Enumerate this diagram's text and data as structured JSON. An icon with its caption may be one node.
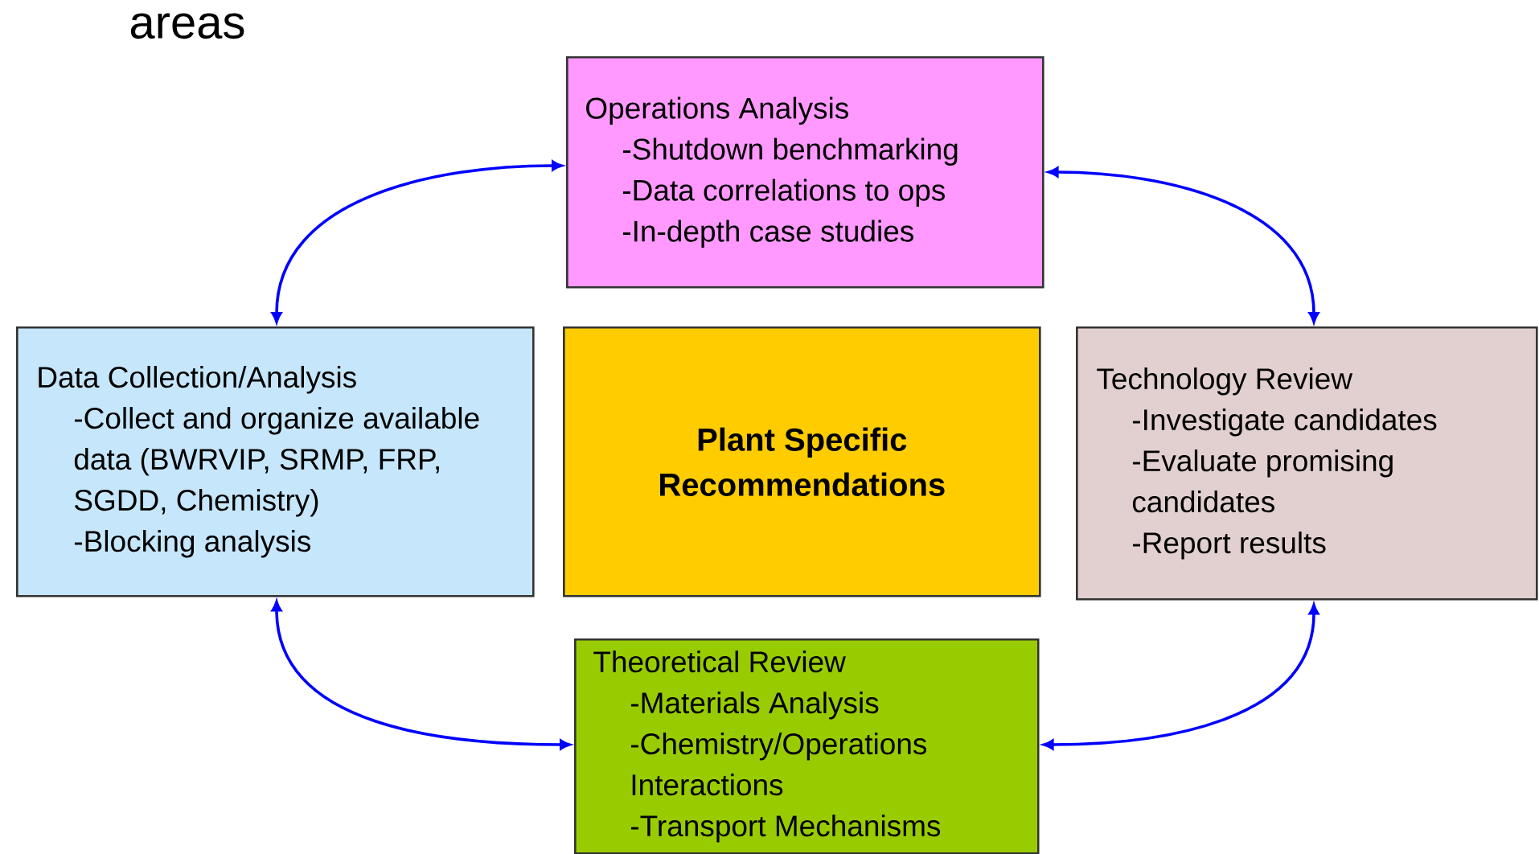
{
  "diagram": {
    "title": "areas",
    "nodes": [
      {
        "text": [
          "Operations Analysis",
          "-Shutdown benchmarking",
          "-Data correlations to ops",
          "-In-depth case studies"
        ]
      },
      {
        "text": [
          "Data Collection/Analysis",
          "-Collect and organize available data (BWRVIP, SRMP, FRP, SGDD, Chemistry)",
          "-Blocking analysis"
        ]
      },
      {
        "text": [
          "Plant Specific Recommendations"
        ]
      },
      {
        "text": [
          "Technology Review",
          "-Investigate candidates",
          "-Evaluate promising candidates",
          "-Report results"
        ]
      },
      {
        "text": [
          "Theoretical Review",
          "-Materials Analysis",
          "-Chemistry/Operations Interactions",
          "-Transport Mechanisms"
        ]
      }
    ],
    "edges": [
      {
        "from": 0,
        "to": 1,
        "arrow": "both"
      },
      {
        "from": 0,
        "to": 3,
        "arrow": "both"
      },
      {
        "from": 1,
        "to": 4,
        "arrow": "both"
      },
      {
        "from": 3,
        "to": 4,
        "arrow": "both"
      }
    ]
  }
}
